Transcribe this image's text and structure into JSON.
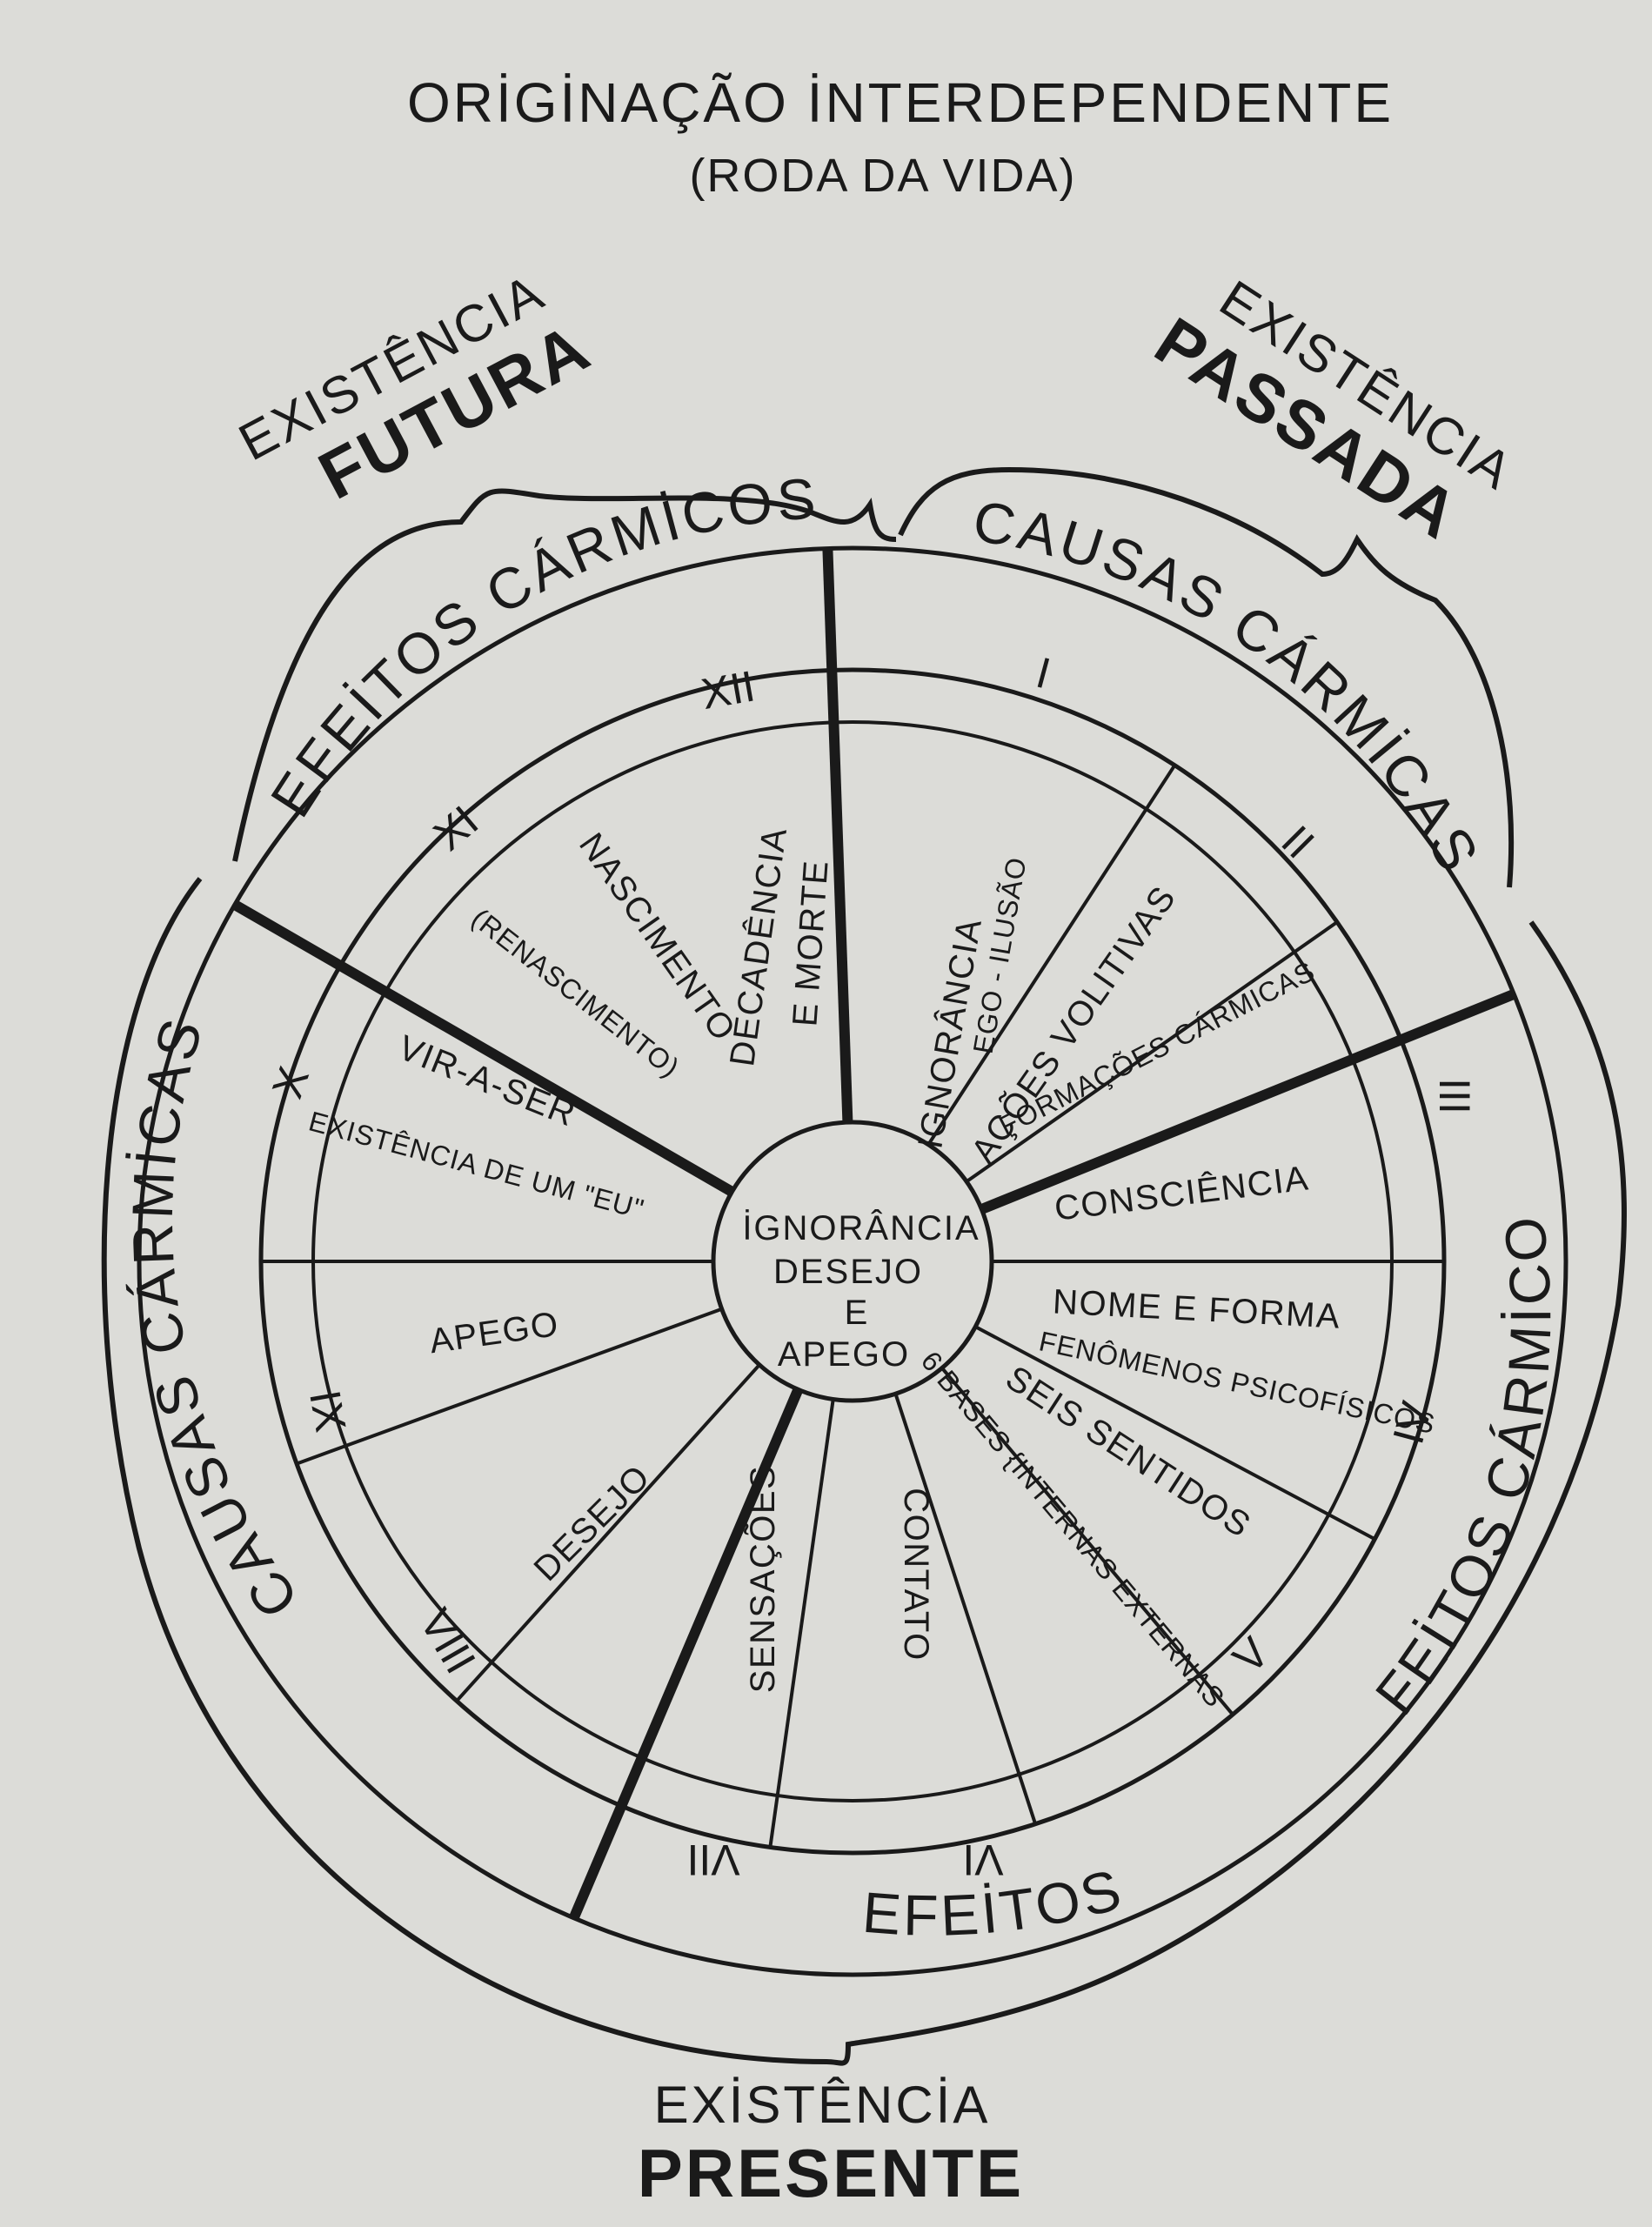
{
  "title": "ORİGİNAÇÃO İNTERDEPENDENTE",
  "subtitle": "(RODA DA VIDA)",
  "eras": {
    "future_line1": "EXISTÊNCIA",
    "future_line2": "FUTURA",
    "past_line1": "EXISTÊNCIA",
    "past_line2": "PASSADA",
    "present_line1": "EXİSTÊNCİA",
    "present_line2": "PRESENTE"
  },
  "bands": {
    "effects_top": "EFEİTOS CÁRMİCOS",
    "causes_top": "CAUSAS CÁRMİCAS",
    "causes_left": "CAUSAS CÁRMİCAS",
    "effects_right_bottom": "EFEİTOS CÁRMİCOS"
  },
  "center": {
    "line1": "İGNORÂNCIA",
    "line2": "DESEJO",
    "line3": "E",
    "line4": "APEGO"
  },
  "links": [
    {
      "numeral": "I",
      "name": "IGNORÂNCIA",
      "detail": "EGO - ILUSÃO"
    },
    {
      "numeral": "II",
      "name": "AÇÕES VOLITIVAS",
      "detail": "FORMAÇÕES CÁRMICAS"
    },
    {
      "numeral": "III",
      "name": "CONSCIÊNCIA",
      "detail": ""
    },
    {
      "numeral": "IV",
      "name": "NOME E FORMA",
      "detail": "FENÔMENOS PSICOFÍSICOS"
    },
    {
      "numeral": "V",
      "name": "SEIS SENTIDOS",
      "detail": "6 BASES {INTERNAS EXTERNAS"
    },
    {
      "numeral": "VI",
      "name": "CONTATO",
      "detail": ""
    },
    {
      "numeral": "VII",
      "name": "SENSAÇÕES",
      "detail": ""
    },
    {
      "numeral": "VIII",
      "name": "DESEJO",
      "detail": ""
    },
    {
      "numeral": "IX",
      "name": "APEGO",
      "detail": ""
    },
    {
      "numeral": "X",
      "name": "VIR-A-SER",
      "detail": "EXISTÊNCIA DE UM \"EU\""
    },
    {
      "numeral": "XI",
      "name": "NASCIMENTO",
      "detail": "(RENASCIMENTO)"
    },
    {
      "numeral": "XII",
      "name": "DECADÊNCIA",
      "detail": "E MORTE"
    }
  ]
}
